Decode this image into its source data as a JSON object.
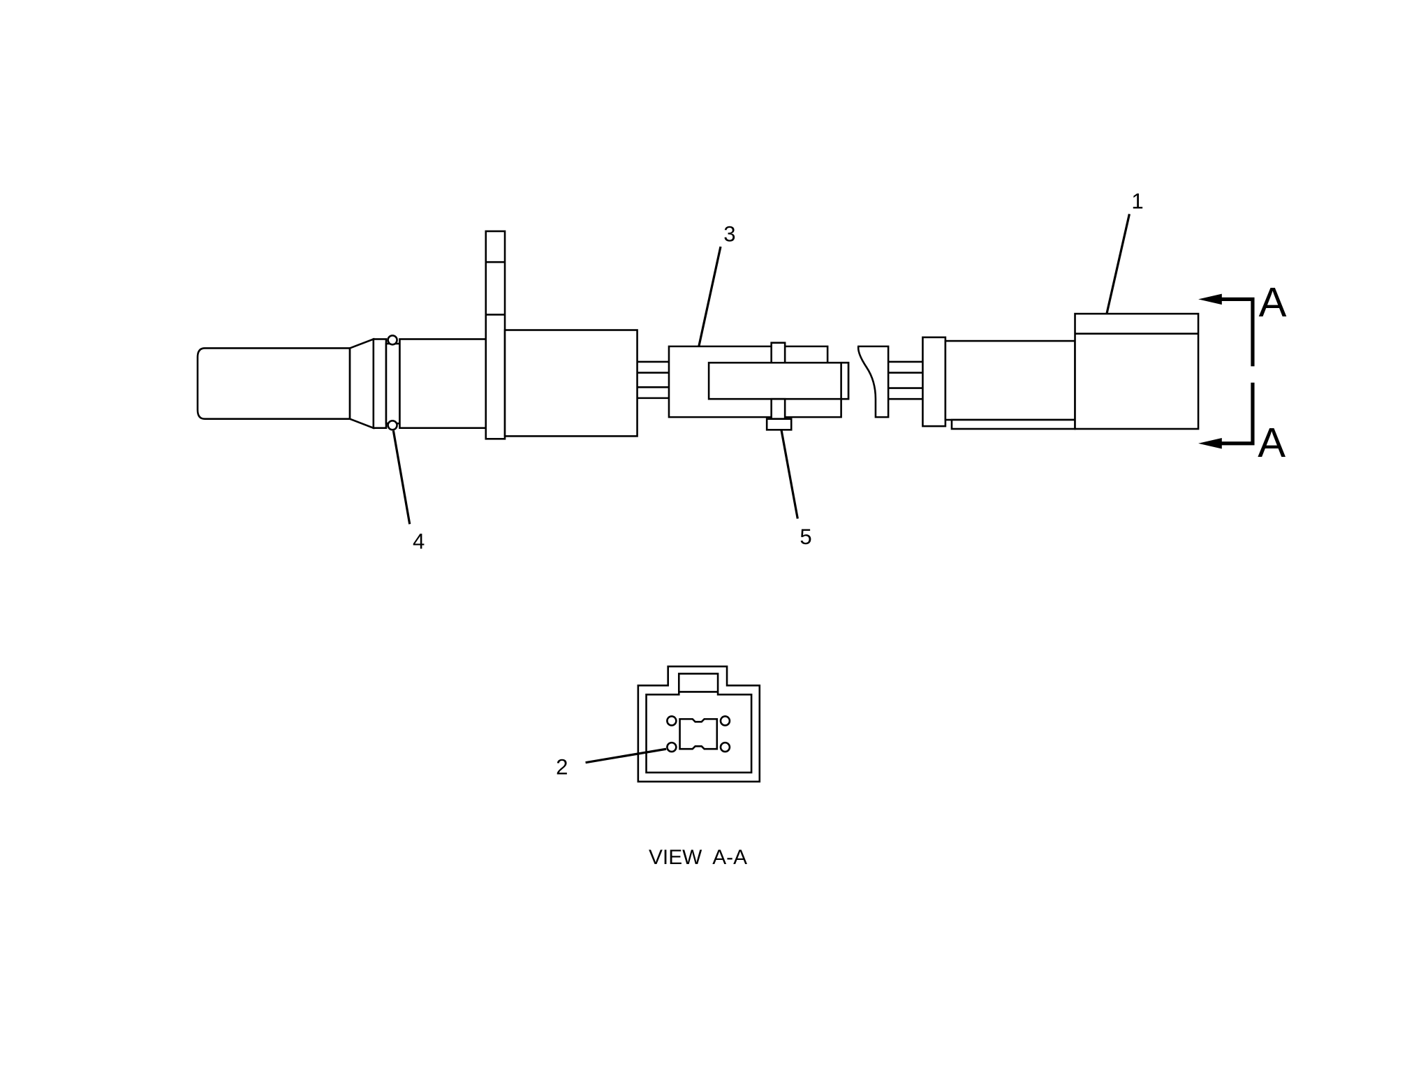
{
  "callouts": {
    "item_1": "1",
    "item_2": "2",
    "item_3": "3",
    "item_4": "4",
    "item_5": "5"
  },
  "section_marks": {
    "top": "A",
    "bottom": "A"
  },
  "view_caption": "VIEW  A-A",
  "colors": {
    "line": "#000000",
    "background": "#ffffff"
  }
}
